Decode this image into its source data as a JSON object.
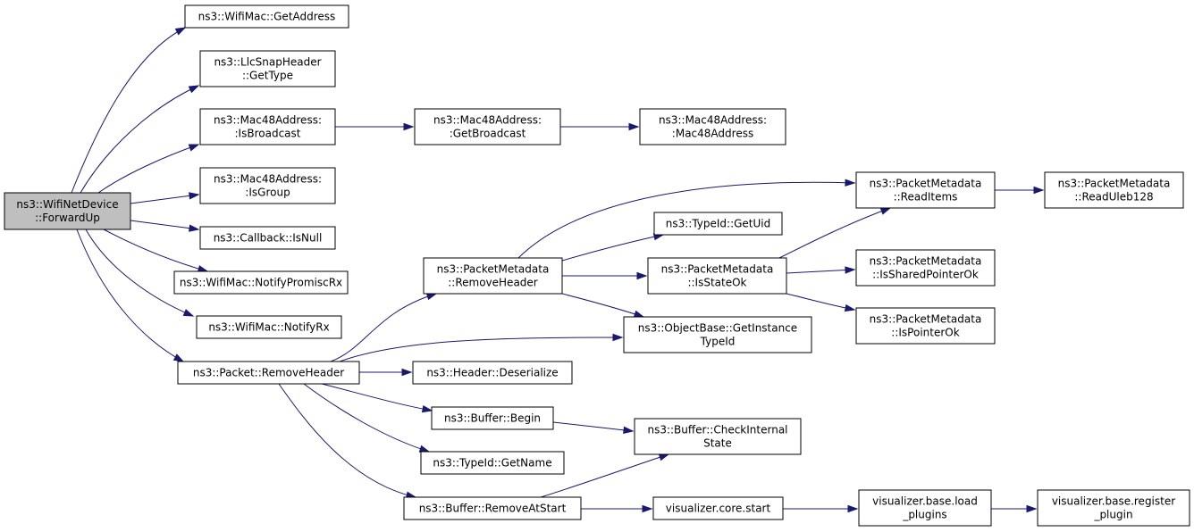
{
  "nodes": [
    {
      "id": "root",
      "lines": [
        "ns3::WifiNetDevice",
        "::ForwardUp"
      ],
      "root": true
    },
    {
      "id": "getaddress",
      "lines": [
        "ns3::WifiMac::GetAddress"
      ]
    },
    {
      "id": "llcgettype",
      "lines": [
        "ns3::LlcSnapHeader",
        "::GetType"
      ]
    },
    {
      "id": "isbroadcast",
      "lines": [
        "ns3::Mac48Address:",
        ":IsBroadcast"
      ]
    },
    {
      "id": "getbroadcast",
      "lines": [
        "ns3::Mac48Address:",
        ":GetBroadcast"
      ]
    },
    {
      "id": "mac48ctor",
      "lines": [
        "ns3::Mac48Address:",
        ":Mac48Address"
      ]
    },
    {
      "id": "isgroup",
      "lines": [
        "ns3::Mac48Address:",
        ":IsGroup"
      ]
    },
    {
      "id": "isnull",
      "lines": [
        "ns3::Callback::IsNull"
      ]
    },
    {
      "id": "promisc",
      "lines": [
        "ns3::WifiMac::NotifyPromiscRx"
      ]
    },
    {
      "id": "notifyrx",
      "lines": [
        "ns3::WifiMac::NotifyRx"
      ]
    },
    {
      "id": "pktremove",
      "lines": [
        "ns3::Packet::RemoveHeader"
      ]
    },
    {
      "id": "pmremove",
      "lines": [
        "ns3::PacketMetadata",
        "::RemoveHeader"
      ]
    },
    {
      "id": "readitems",
      "lines": [
        "ns3::PacketMetadata",
        "::ReadItems"
      ]
    },
    {
      "id": "readuleb",
      "lines": [
        "ns3::PacketMetadata",
        "::ReadUleb128"
      ]
    },
    {
      "id": "getuid",
      "lines": [
        "ns3::TypeId::GetUid"
      ]
    },
    {
      "id": "isstateok",
      "lines": [
        "ns3::PacketMetadata",
        "::IsStateOk"
      ]
    },
    {
      "id": "issharedptr",
      "lines": [
        "ns3::PacketMetadata",
        "::IsSharedPointerOk"
      ]
    },
    {
      "id": "isptrok",
      "lines": [
        "ns3::PacketMetadata",
        "::IsPointerOk"
      ]
    },
    {
      "id": "getinst",
      "lines": [
        "ns3::ObjectBase::GetInstance",
        "TypeId"
      ]
    },
    {
      "id": "deserialize",
      "lines": [
        "ns3::Header::Deserialize"
      ]
    },
    {
      "id": "bufbegin",
      "lines": [
        "ns3::Buffer::Begin"
      ]
    },
    {
      "id": "checkint",
      "lines": [
        "ns3::Buffer::CheckInternal",
        "State"
      ]
    },
    {
      "id": "getname",
      "lines": [
        "ns3::TypeId::GetName"
      ]
    },
    {
      "id": "removeatstart",
      "lines": [
        "ns3::Buffer::RemoveAtStart"
      ]
    },
    {
      "id": "vizstart",
      "lines": [
        "visualizer.core.start"
      ]
    },
    {
      "id": "vizload",
      "lines": [
        "visualizer.base.load",
        "_plugins"
      ]
    },
    {
      "id": "vizreg",
      "lines": [
        "visualizer.base.register",
        "_plugin"
      ]
    }
  ],
  "edges": [
    [
      "root",
      "getaddress"
    ],
    [
      "root",
      "llcgettype"
    ],
    [
      "root",
      "isbroadcast"
    ],
    [
      "root",
      "isgroup"
    ],
    [
      "root",
      "isnull"
    ],
    [
      "root",
      "promisc"
    ],
    [
      "root",
      "notifyrx"
    ],
    [
      "root",
      "pktremove"
    ],
    [
      "isbroadcast",
      "getbroadcast"
    ],
    [
      "getbroadcast",
      "mac48ctor"
    ],
    [
      "pktremove",
      "pmremove"
    ],
    [
      "pktremove",
      "getinst"
    ],
    [
      "pktremove",
      "deserialize"
    ],
    [
      "pktremove",
      "bufbegin"
    ],
    [
      "pktremove",
      "getname"
    ],
    [
      "pktremove",
      "removeatstart"
    ],
    [
      "pmremove",
      "readitems"
    ],
    [
      "pmremove",
      "getuid"
    ],
    [
      "pmremove",
      "isstateok"
    ],
    [
      "pmremove",
      "getinst"
    ],
    [
      "readitems",
      "readuleb"
    ],
    [
      "isstateok",
      "readitems"
    ],
    [
      "isstateok",
      "issharedptr"
    ],
    [
      "isstateok",
      "isptrok"
    ],
    [
      "bufbegin",
      "checkint"
    ],
    [
      "removeatstart",
      "checkint"
    ],
    [
      "removeatstart",
      "vizstart"
    ],
    [
      "vizstart",
      "vizload"
    ],
    [
      "vizload",
      "vizreg"
    ]
  ]
}
